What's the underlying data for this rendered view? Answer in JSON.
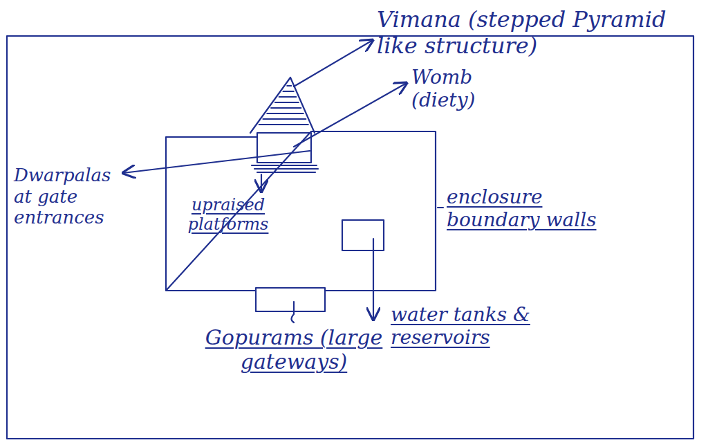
{
  "diagram": {
    "labels": [
      "Vimana (stepped Pyramid like structure)",
      "Womb (diety)",
      "Dwarpalas at gate entrances",
      "upraised platforms",
      "enclosure boundary walls",
      "water tanks & reservoirs",
      "Gopurams (large gateways)"
    ]
  }
}
